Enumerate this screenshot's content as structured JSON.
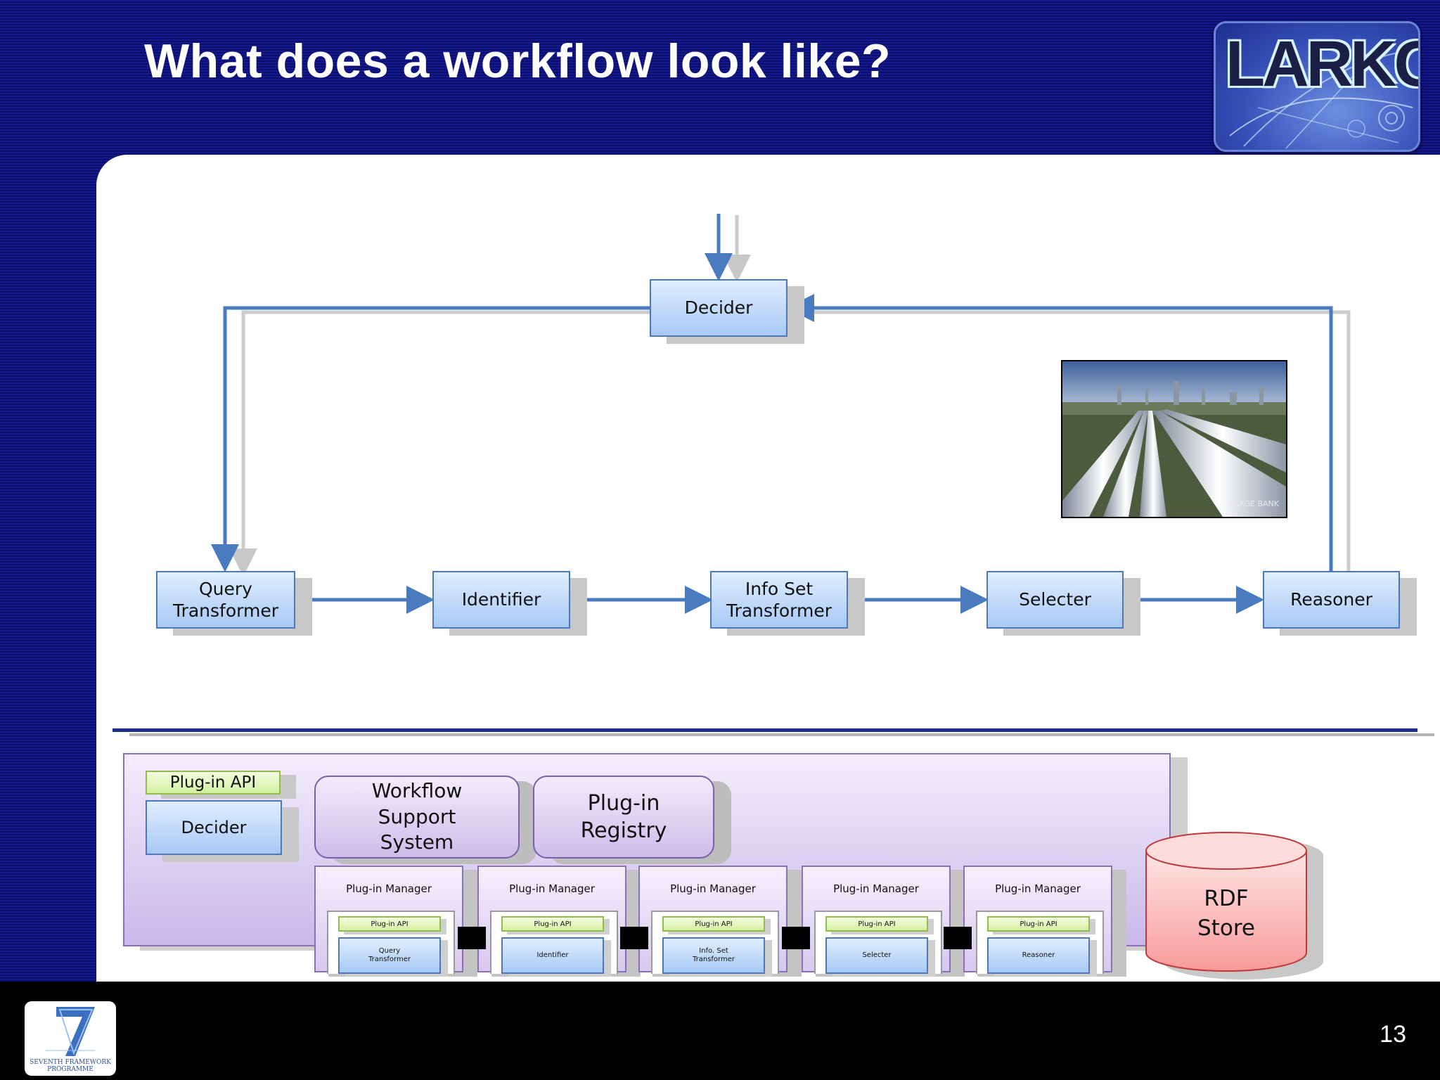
{
  "slide": {
    "title": "What does a workflow look like?",
    "page_number": "13"
  },
  "logos": {
    "top_right": "LARKC",
    "bottom_left_caption_line1": "SEVENTH FRAMEWORK",
    "bottom_left_caption_line2": "PROGRAMME"
  },
  "workflow": {
    "decider": "Decider",
    "pipeline": [
      {
        "line1": "Query",
        "line2": "Transformer"
      },
      {
        "line1": "Identifier",
        "line2": ""
      },
      {
        "line1": "Info Set",
        "line2": "Transformer"
      },
      {
        "line1": "Selecter",
        "line2": ""
      },
      {
        "line1": "Reasoner",
        "line2": ""
      }
    ]
  },
  "photo": {
    "icon": "pipeline-photo",
    "watermark": "IMAGE BANK"
  },
  "platform": {
    "plugin_api": "Plug-in API",
    "decider": "Decider",
    "workflow_support_system": [
      "Workflow",
      "Support",
      "System"
    ],
    "plugin_registry": [
      "Plug-in",
      "Registry"
    ],
    "managers": [
      {
        "title": "Plug-in Manager",
        "api": "Plug-in API",
        "line1": "Query",
        "line2": "Transformer"
      },
      {
        "title": "Plug-in Manager",
        "api": "Plug-in API",
        "line1": "Identifier",
        "line2": ""
      },
      {
        "title": "Plug-in Manager",
        "api": "Plug-in API",
        "line1": "Info. Set",
        "line2": "Transformer"
      },
      {
        "title": "Plug-in Manager",
        "api": "Plug-in API",
        "line1": "Selecter",
        "line2": ""
      },
      {
        "title": "Plug-in Manager",
        "api": "Plug-in API",
        "line1": "Reasoner",
        "line2": ""
      }
    ],
    "rdf_store": [
      "RDF",
      "Store"
    ]
  },
  "colors": {
    "background": "#15198c",
    "box_border": "#4d79b8",
    "arrow": "#4a7bbf",
    "panel": "#c9b8ea",
    "api_chip": "#d3f0a0",
    "rdf_store": "#f7a8a8"
  }
}
